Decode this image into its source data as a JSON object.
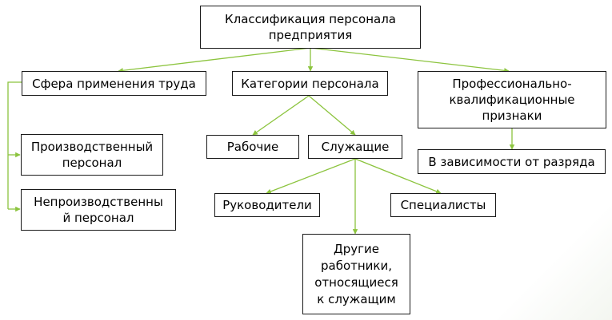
{
  "diagram": {
    "line_color": "#8cc43e",
    "root": "Классификация  персонала\nпредприятия",
    "branches": {
      "sphere": "Сфера применения труда",
      "categories": "Категории персонала",
      "qualification": "Профессионально-\nквалификационные\nпризнаки"
    },
    "sphere_items": {
      "production": "Производственный\nперсонал",
      "non_production": "Непроизводственны\nй персонал"
    },
    "category_items": {
      "workers": "Рабочие",
      "employees": "Служащие"
    },
    "employee_items": {
      "managers": "Руководители",
      "specialists": "Специалисты",
      "others": "Другие\nработники,\nотносящиеся\nк служащим"
    },
    "qualification_items": {
      "by_grade": "В зависимости от разряда"
    }
  }
}
